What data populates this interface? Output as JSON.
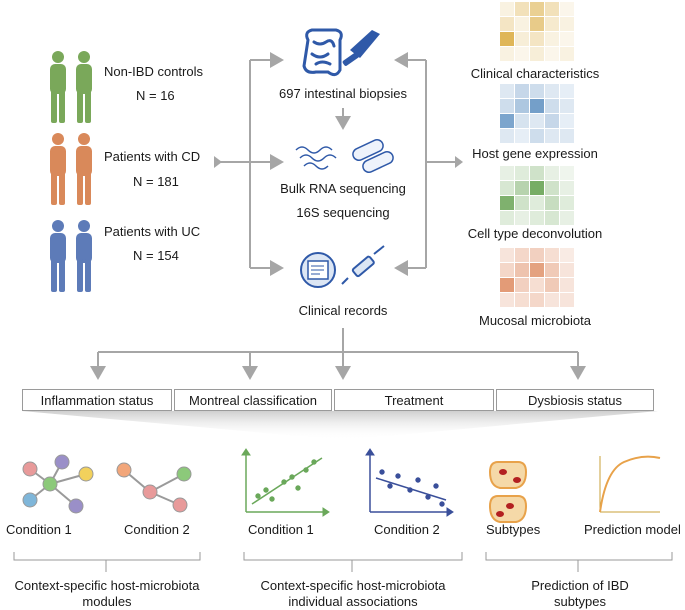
{
  "cohorts": [
    {
      "label": "Non-IBD controls",
      "n": "N = 16",
      "color": "#7aa85a"
    },
    {
      "label": "Patients with CD",
      "n": "N = 181",
      "color": "#d9895a"
    },
    {
      "label": "Patients with UC",
      "n": "N = 154",
      "color": "#5d7bb8"
    }
  ],
  "center": {
    "biopsies": "697 intestinal biopsies",
    "bulk_rna": "Bulk RNA sequencing",
    "sixteen_s": "16S sequencing",
    "clinical_records": "Clinical records"
  },
  "data_types": [
    {
      "label": "Clinical characteristics",
      "color": "#d9a93a"
    },
    {
      "label": "Host gene expression",
      "color": "#5b8ec0"
    },
    {
      "label": "Cell type deconvolution",
      "color": "#5f9e4a"
    },
    {
      "label": "Mucosal microbiota",
      "color": "#d97a4a"
    }
  ],
  "factors": [
    "Inflammation status",
    "Montreal classification",
    "Treatment",
    "Dysbiosis status"
  ],
  "bottom": {
    "cond1a": "Condition 1",
    "cond2a": "Condition 2",
    "cond1b": "Condition 1",
    "cond2b": "Condition 2",
    "subtypes": "Subtypes",
    "prediction_model": "Prediction model",
    "summary1": "Context-specific host-microbiota",
    "summary1b": "modules",
    "summary2": "Context-specific host-microbiota",
    "summary2b": "individual associations",
    "summary3": "Prediction of IBD",
    "summary3b": "subtypes"
  },
  "colors": {
    "arrow": "#a6a6a6",
    "network_green": "#8cc97a",
    "network_pink": "#e89a9a",
    "network_yellow": "#f2d15c",
    "network_purple": "#9a8fc8",
    "network_blue": "#7fb6d9",
    "scatter_green": "#6aa85a",
    "scatter_blue": "#3a4f9a",
    "organ_orange": "#e8a24a",
    "organ_red": "#b32020"
  }
}
